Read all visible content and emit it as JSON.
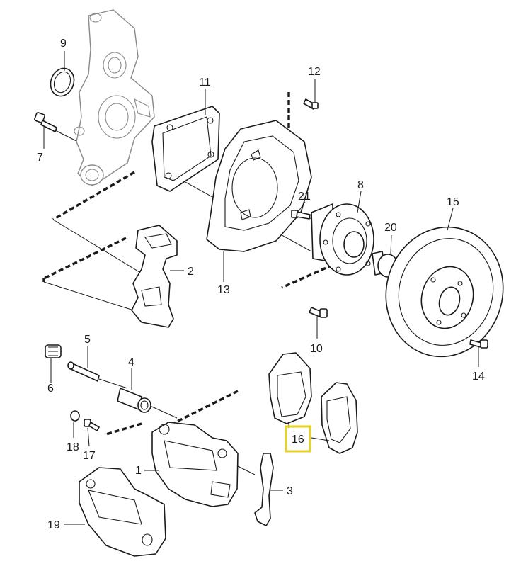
{
  "highlight_color": "#e6d21f",
  "highlighted_part": "16",
  "callouts": {
    "p1": "1",
    "p2": "2",
    "p3": "3",
    "p4": "4",
    "p5": "5",
    "p6": "6",
    "p7": "7",
    "p8": "8",
    "p9": "9",
    "p10": "10",
    "p11": "11",
    "p12": "12",
    "p13": "13",
    "p14": "14",
    "p15": "15",
    "p16": "16",
    "p17": "17",
    "p18": "18",
    "p19": "19",
    "p20": "20",
    "p21": "21"
  }
}
